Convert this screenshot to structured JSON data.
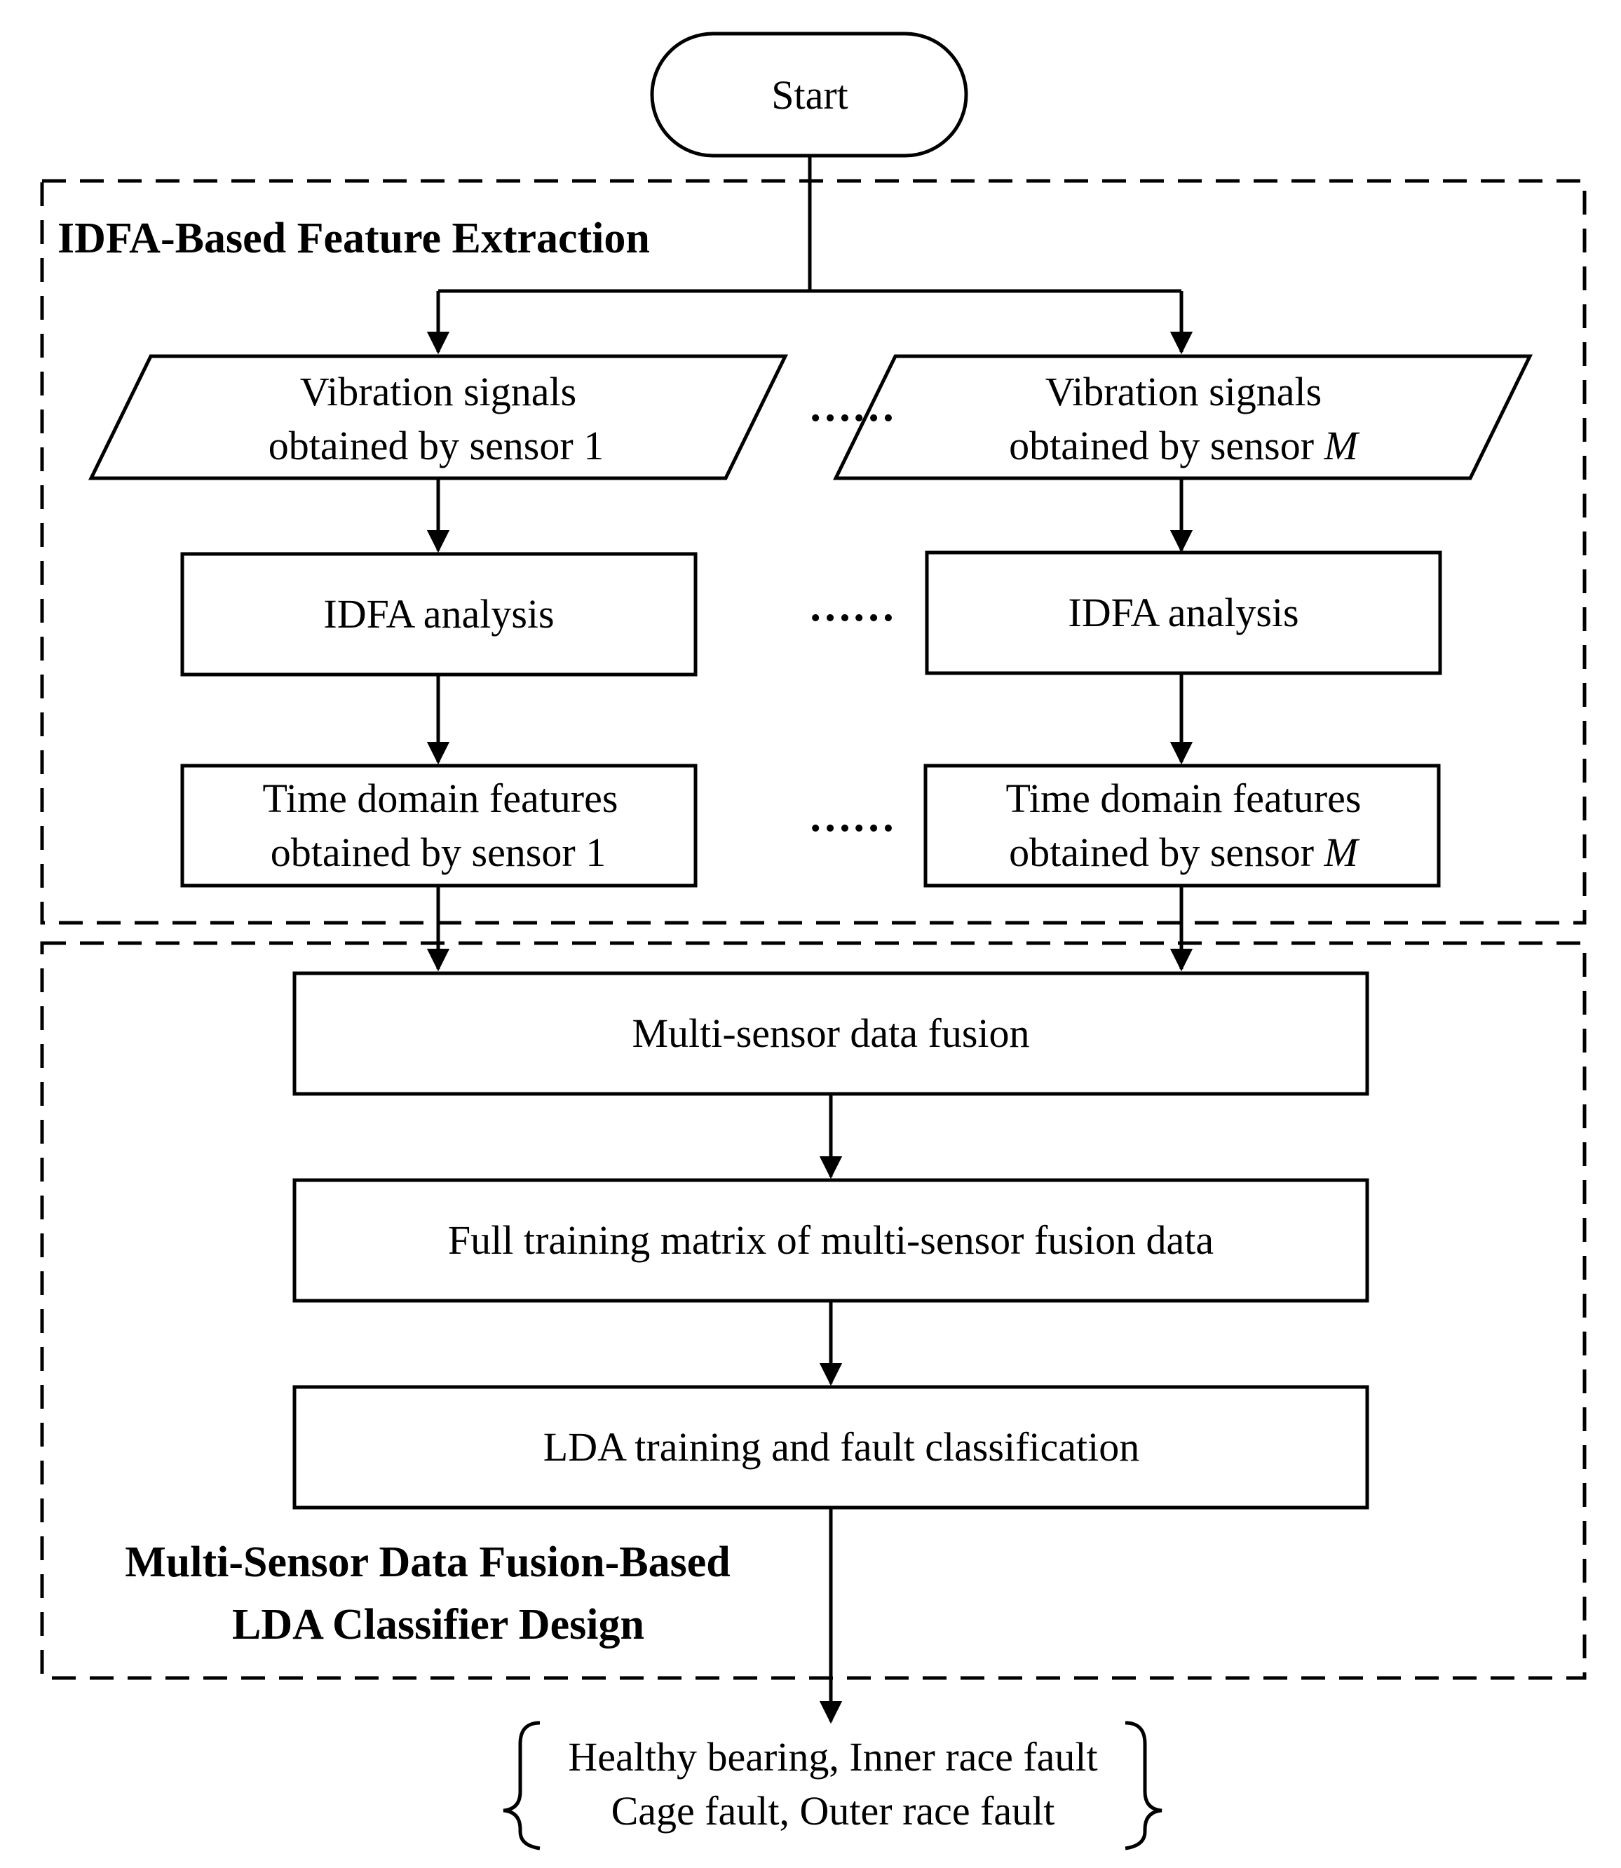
{
  "nodes": {
    "start": "Start",
    "vib1_line1": "Vibration signals",
    "vib1_line2": "obtained by sensor 1",
    "vibM_line1": "Vibration signals",
    "vibM_line2_prefix": "obtained by sensor ",
    "vibM_line2_var": "M",
    "idfa1": "IDFA analysis",
    "idfaM": "IDFA analysis",
    "time1_line1": "Time domain features",
    "time1_line2": "obtained by sensor 1",
    "timeM_line1": "Time domain features",
    "timeM_line2_prefix": "obtained by sensor ",
    "timeM_line2_var": "M",
    "fusion": "Multi-sensor data fusion",
    "matrix": "Full training matrix of multi-sensor fusion data",
    "lda": "LDA training and fault classification",
    "output_line1": "Healthy bearing, Inner race fault",
    "output_line2": "Cage fault, Outer race fault"
  },
  "sections": {
    "extraction_title": "IDFA-Based Feature Extraction",
    "classifier_title_line1": "Multi-Sensor Data Fusion-Based",
    "classifier_title_line2": "LDA Classifier Design"
  },
  "ellipses": {
    "row1": "……",
    "row2": "……",
    "row3": "……"
  }
}
